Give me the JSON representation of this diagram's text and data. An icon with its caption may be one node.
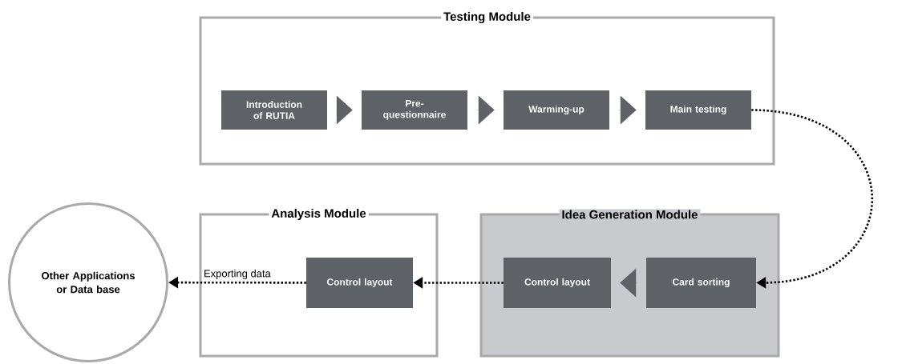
{
  "diagram": {
    "nodes": [
      {
        "text": [
          "Testing Module"
        ]
      },
      {
        "text": [
          "Introduction of RUTIA"
        ],
        "in": 0
      },
      {
        "text": [
          "Pre- questionnaire"
        ],
        "in": 0
      },
      {
        "text": [
          "Warming-up"
        ],
        "in": 0
      },
      {
        "text": [
          "Main testing"
        ],
        "in": 0
      },
      {
        "text": [
          "Analysis Module"
        ]
      },
      {
        "text": [
          "Control layout"
        ],
        "in": 5
      },
      {
        "text": [
          "Idea Generation Module"
        ]
      },
      {
        "text": [
          "Control layout"
        ],
        "in": 7
      },
      {
        "text": [
          "Card sorting"
        ],
        "in": 7
      },
      {
        "text": [
          "Other Applications or Data base"
        ]
      }
    ],
    "edges": [
      {
        "from": 1,
        "to": 2,
        "arrow": "to"
      },
      {
        "from": 2,
        "to": 3,
        "arrow": "to"
      },
      {
        "from": 3,
        "to": 4,
        "arrow": "to"
      },
      {
        "from": 4,
        "to": 9,
        "arrow": "to",
        "style": "dashed",
        "color": "#000000"
      },
      {
        "from": 9,
        "to": 8,
        "arrow": "to"
      },
      {
        "from": 8,
        "to": 6,
        "arrow": "to",
        "style": "dashed",
        "color": "#000000"
      },
      {
        "from": 6,
        "to": 10,
        "arrow": "to",
        "style": "dashed",
        "color": "#000000",
        "label": "Exporting data"
      }
    ]
  }
}
